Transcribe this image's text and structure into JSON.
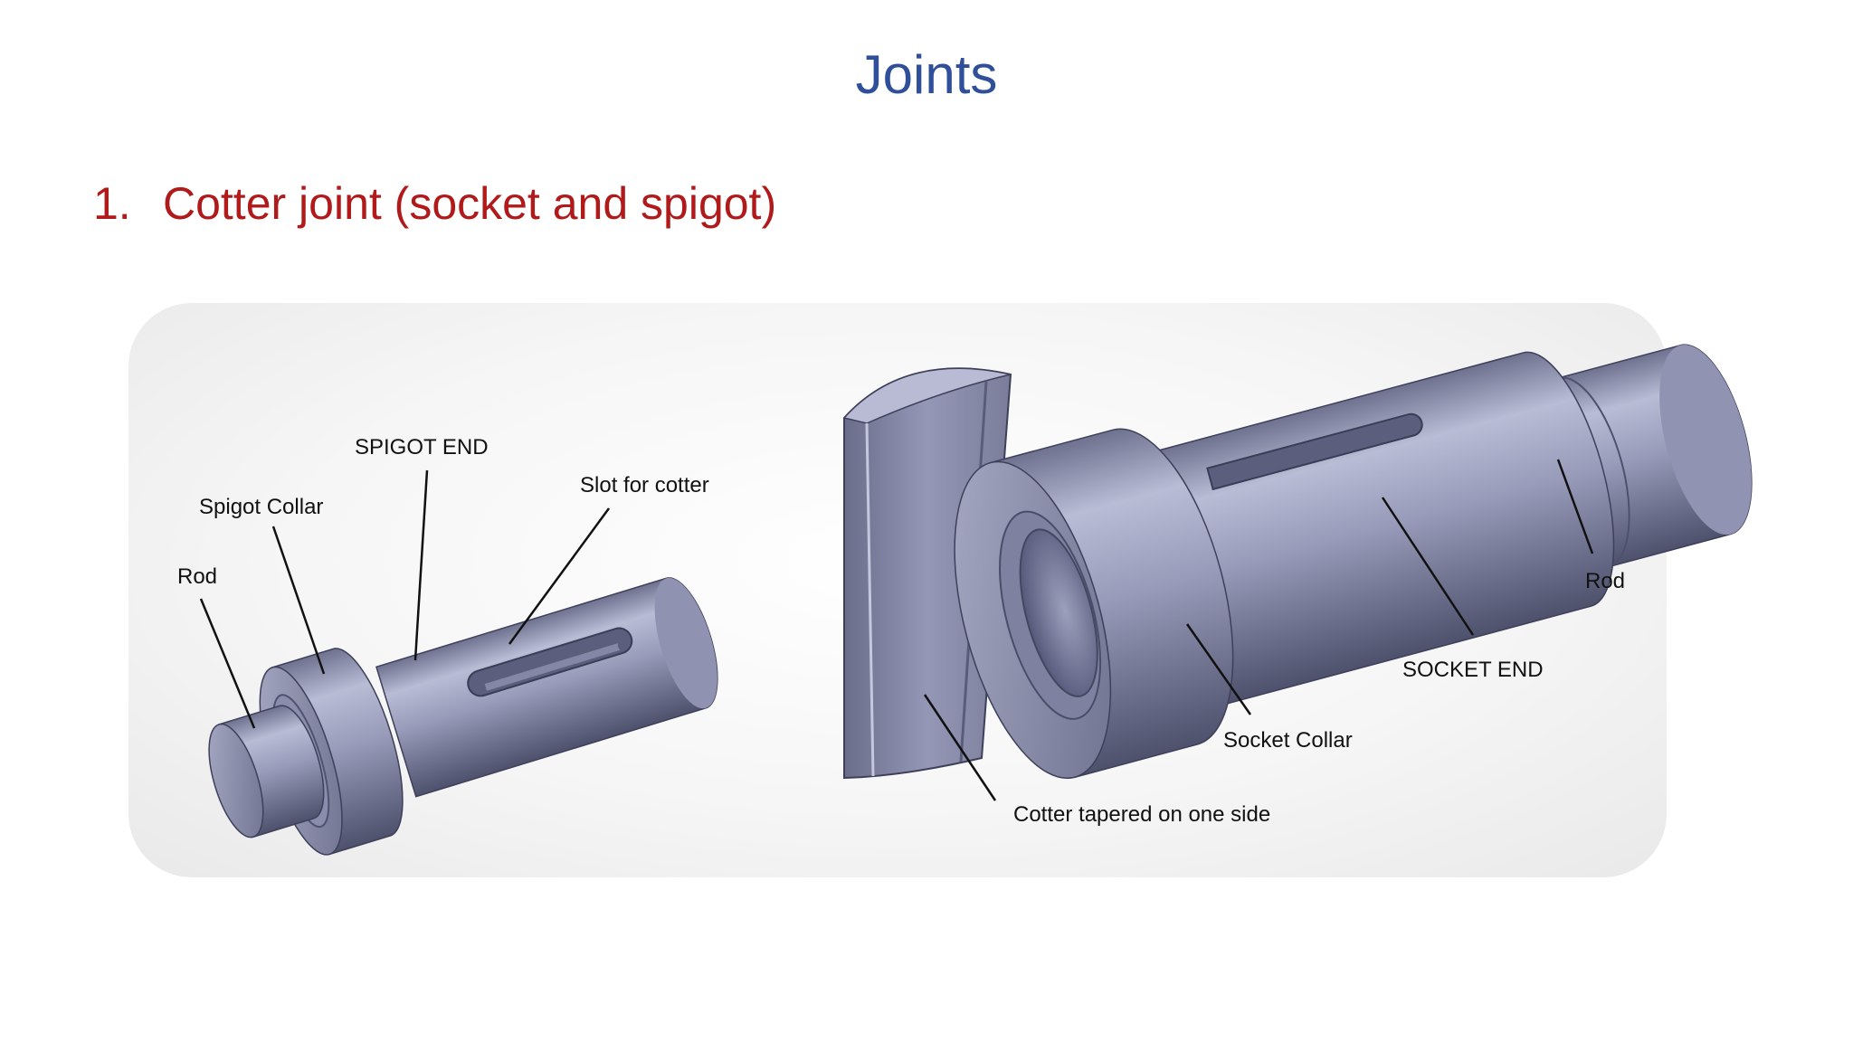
{
  "slide": {
    "title": "Joints",
    "item_number": "1.",
    "item_title": "Cotter joint (socket and spigot)"
  },
  "diagram": {
    "labels": {
      "spigot_end": "SPIGOT END",
      "slot_for_cotter": "Slot for cotter",
      "spigot_collar": "Spigot Collar",
      "rod_left": "Rod",
      "rod_right": "Rod",
      "socket_end": "SOCKET END",
      "socket_collar": "Socket Collar",
      "cotter": "Cotter tapered on one side"
    }
  },
  "colors": {
    "title": "#2f4f9a",
    "heading": "#b01a1a",
    "metal_light": "#b4b7d0",
    "metal_mid": "#8a8dad",
    "metal_dark": "#50536f"
  }
}
